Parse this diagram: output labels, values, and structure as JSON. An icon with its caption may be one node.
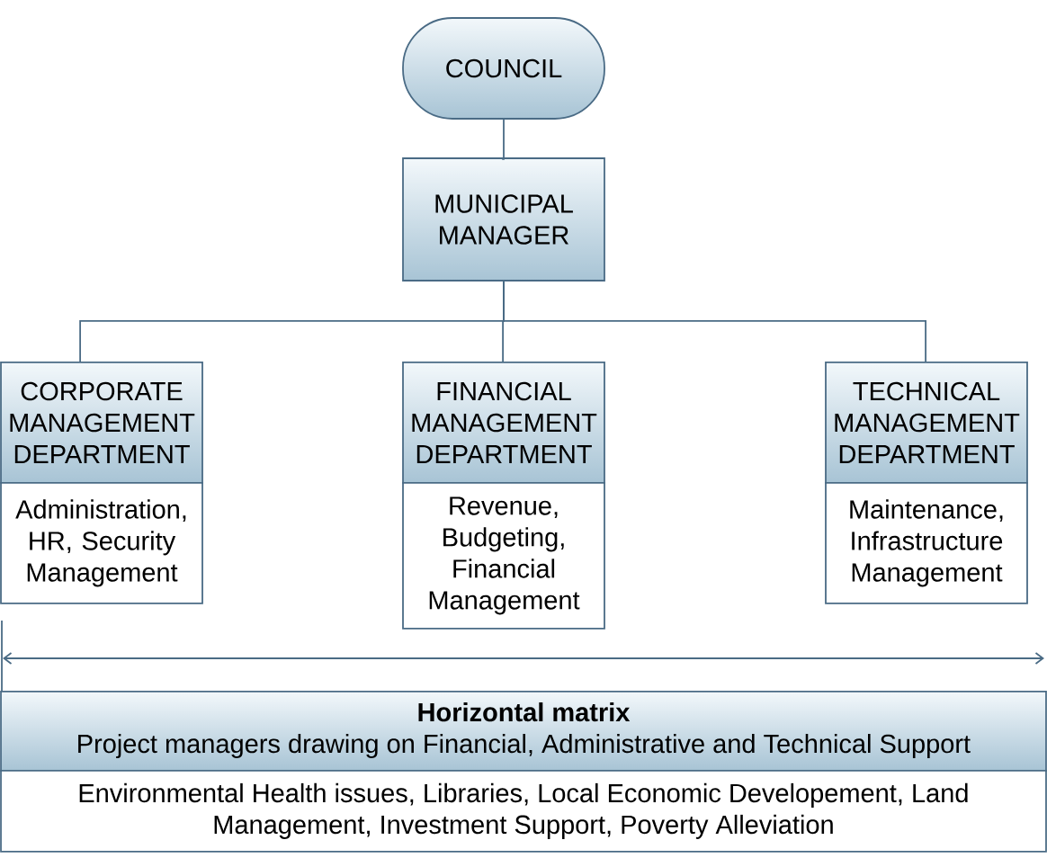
{
  "diagram": {
    "nodes": [
      {
        "text": [
          "COUNCIL"
        ]
      },
      {
        "text": [
          "MUNICIPAL MANAGER"
        ]
      },
      {
        "text": [
          "CORPORATE MANAGEMENT DEPARTMENT",
          "Administration, HR, Security Management"
        ]
      },
      {
        "text": [
          "FINANCIAL MANAGEMENT DEPARTMENT",
          "Revenue, Budgeting, Financial Management"
        ]
      },
      {
        "text": [
          "TECHNICAL MANAGEMENT DEPARTMENT",
          "Maintenance, Infrastructure Management"
        ]
      },
      {
        "text": [
          "Horizontal matrix",
          "Project managers drawing on Financial, Administrative and Technical Support",
          "Environmental Health issues, Libraries, Local Economic Developement, Land Management, Investment Support, Poverty Alleviation"
        ]
      }
    ],
    "edges": [
      {
        "from": 0,
        "to": 1,
        "arrow": "none"
      },
      {
        "from": 1,
        "to": 2,
        "arrow": "none"
      },
      {
        "from": 1,
        "to": 3,
        "arrow": "none"
      },
      {
        "from": 1,
        "to": 4,
        "arrow": "none"
      }
    ]
  }
}
